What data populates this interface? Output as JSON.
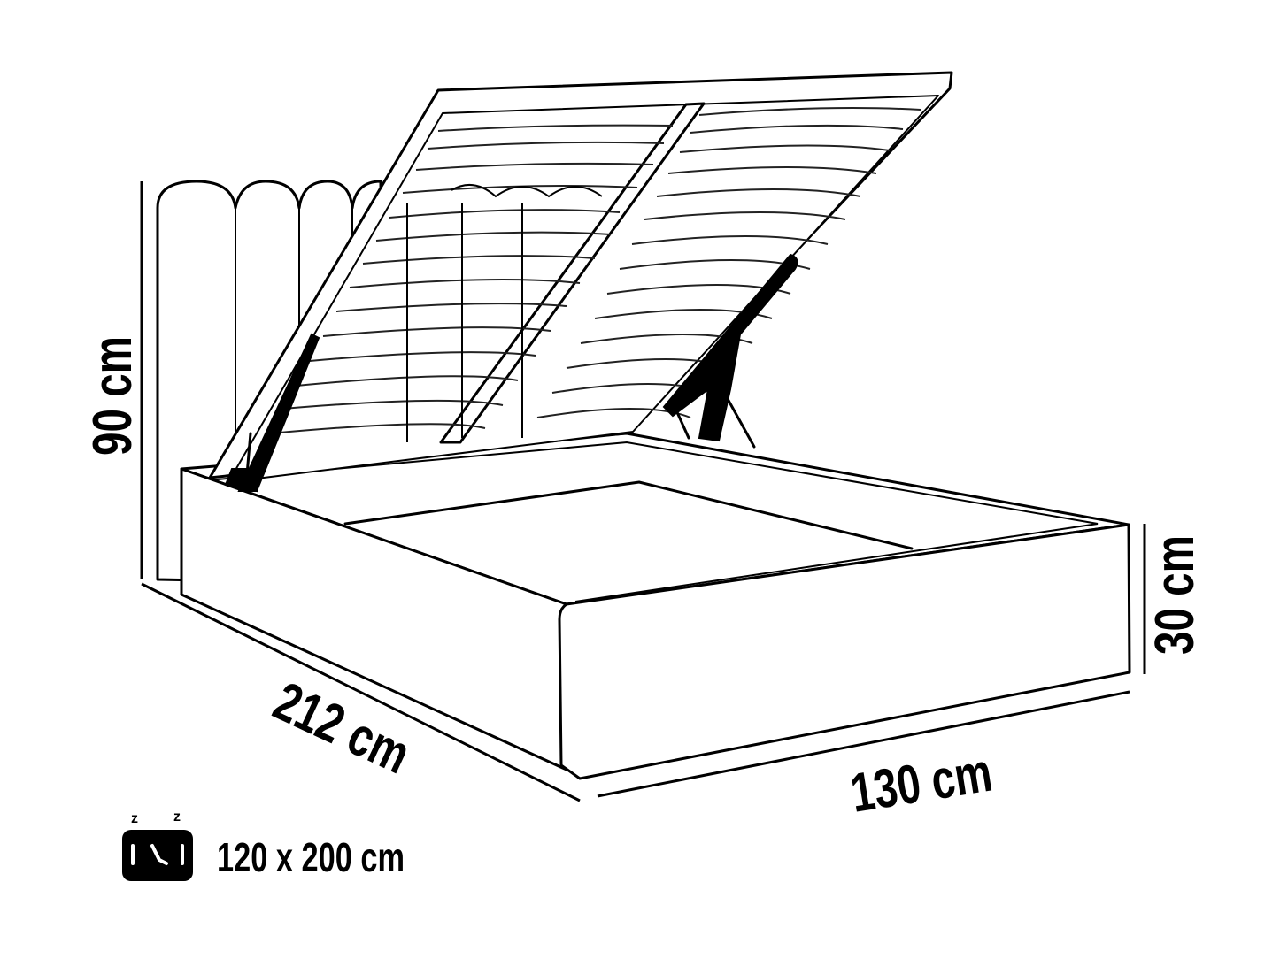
{
  "diagram": {
    "subject": "Upholstered storage bed with lifted slatted base",
    "dimensions": {
      "height": "90 cm",
      "length": "212 cm",
      "width": "130 cm",
      "frame_height": "30 cm"
    },
    "mattress": {
      "size": "120 x 200 cm",
      "icon": "sleeping-mattress-icon"
    },
    "colors": {
      "line": "#000000",
      "background": "#ffffff"
    }
  }
}
